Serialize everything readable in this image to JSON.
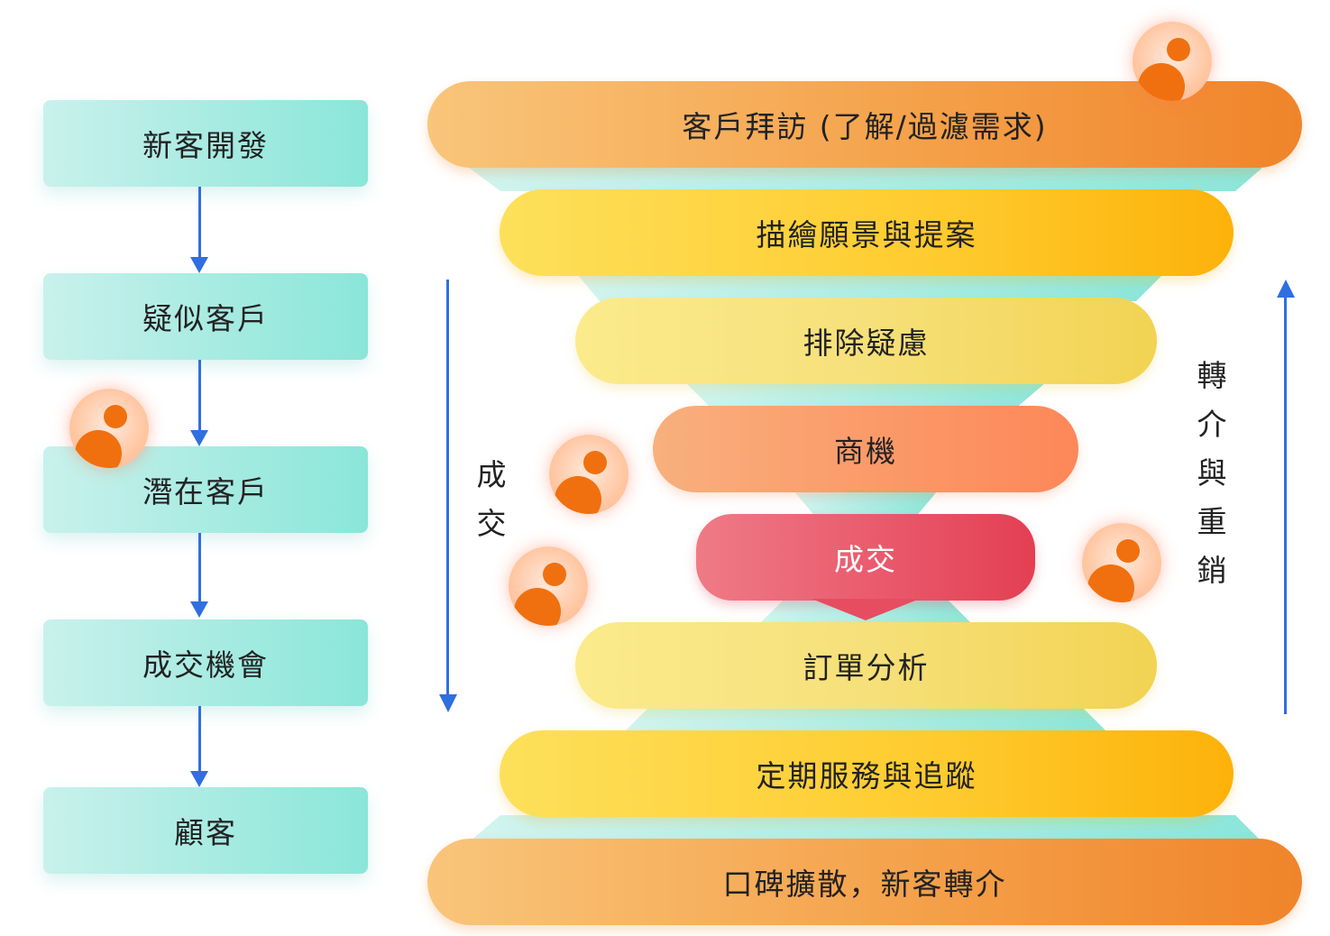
{
  "stages": [
    {
      "label": "新客開發"
    },
    {
      "label": "疑似客戶"
    },
    {
      "label": "潛在客戶"
    },
    {
      "label": "成交機會"
    },
    {
      "label": "顧客"
    }
  ],
  "funnel": [
    {
      "label": "客戶拜訪 (了解/過濾需求)"
    },
    {
      "label": "描繪願景與提案"
    },
    {
      "label": "排除疑慮"
    },
    {
      "label": "商機"
    },
    {
      "label": "成交"
    },
    {
      "label": "訂單分析"
    },
    {
      "label": "定期服務與追蹤"
    },
    {
      "label": "口碑擴散，新客轉介"
    }
  ],
  "side_labels": {
    "left": [
      "成",
      "交"
    ],
    "right": [
      "轉",
      "介",
      "與",
      "重",
      "銷"
    ]
  },
  "colors": {
    "arrow_blue": "#2f6fe0",
    "teal": "#8ae6d9",
    "orange": "#f0842a",
    "yellow": "#fdb20a",
    "red": "#e33f52",
    "avatar": "#f0700f"
  },
  "icons": [
    "user-avatar-icon"
  ]
}
